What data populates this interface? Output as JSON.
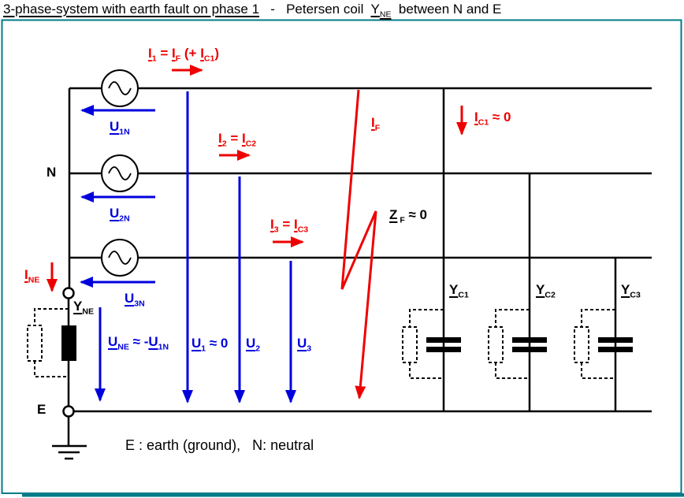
{
  "colors": {
    "accent_border": "#007b87",
    "wire": "#000000",
    "current_red": "#ee0000",
    "voltage_blue": "#0000dd"
  },
  "title": {
    "segments": [
      {
        "t": "3-phase-system with earth fault on phase 1",
        "u": true
      },
      {
        "t": "   -   Petersen coil  "
      },
      {
        "t": "Y",
        "u": true
      },
      {
        "t": "NE",
        "sub": true,
        "u": true
      },
      {
        "t": "  between N and E"
      }
    ]
  },
  "labels": {
    "i1": {
      "segments": [
        {
          "t": "I",
          "u": true
        },
        {
          "t": "1",
          "sub": true
        },
        {
          "t": " = "
        },
        {
          "t": "I",
          "u": true
        },
        {
          "t": "F",
          "sub": true
        },
        {
          "t": " (+ "
        },
        {
          "t": "I",
          "u": true
        },
        {
          "t": "C1",
          "sub": true
        },
        {
          "t": ")"
        }
      ]
    },
    "i2": {
      "segments": [
        {
          "t": "I",
          "u": true
        },
        {
          "t": "2",
          "sub": true
        },
        {
          "t": " = "
        },
        {
          "t": "I",
          "u": true
        },
        {
          "t": "C2",
          "sub": true
        }
      ]
    },
    "i3": {
      "segments": [
        {
          "t": "I",
          "u": true
        },
        {
          "t": "3",
          "sub": true
        },
        {
          "t": " = "
        },
        {
          "t": "I",
          "u": true
        },
        {
          "t": "C3",
          "sub": true
        }
      ]
    },
    "i_f": {
      "segments": [
        {
          "t": "I",
          "u": true
        },
        {
          "t": "F",
          "sub": true
        }
      ]
    },
    "i_c1": {
      "segments": [
        {
          "t": "I",
          "u": true
        },
        {
          "t": "C1",
          "sub": true
        },
        {
          "t": " ≈ 0"
        }
      ]
    },
    "z_f": {
      "segments": [
        {
          "t": "Z",
          "u": true
        },
        {
          "t": " F",
          "sub": true
        },
        {
          "t": " ≈ 0"
        }
      ]
    },
    "i_ne": {
      "segments": [
        {
          "t": "I",
          "u": true
        },
        {
          "t": "NE",
          "sub": true
        }
      ]
    },
    "u_1n": {
      "segments": [
        {
          "t": "U",
          "u": true
        },
        {
          "t": "1N",
          "sub": true
        }
      ]
    },
    "u_2n": {
      "segments": [
        {
          "t": "U",
          "u": true
        },
        {
          "t": "2N",
          "sub": true
        }
      ]
    },
    "u_3n": {
      "segments": [
        {
          "t": "U",
          "u": true
        },
        {
          "t": "3N",
          "sub": true
        }
      ]
    },
    "y_ne": {
      "segments": [
        {
          "t": "Y",
          "u": true
        },
        {
          "t": "NE",
          "sub": true
        }
      ]
    },
    "u_ne": {
      "segments": [
        {
          "t": "U",
          "u": true
        },
        {
          "t": "NE",
          "sub": true
        },
        {
          "t": " ≈ -"
        },
        {
          "t": "U",
          "u": true
        },
        {
          "t": "1N",
          "sub": true
        }
      ]
    },
    "u_1": {
      "segments": [
        {
          "t": "U",
          "u": true
        },
        {
          "t": "1",
          "sub": true
        },
        {
          "t": " ≈ 0"
        }
      ]
    },
    "u_2": {
      "segments": [
        {
          "t": "U",
          "u": true
        },
        {
          "t": "2",
          "sub": true
        }
      ]
    },
    "u_3": {
      "segments": [
        {
          "t": "U",
          "u": true
        },
        {
          "t": "3",
          "sub": true
        }
      ]
    },
    "y_c1": {
      "segments": [
        {
          "t": "Y",
          "u": true
        },
        {
          "t": "C1",
          "sub": true
        }
      ]
    },
    "y_c2": {
      "segments": [
        {
          "t": "Y",
          "u": true
        },
        {
          "t": "C2",
          "sub": true
        }
      ]
    },
    "y_c3": {
      "segments": [
        {
          "t": "Y",
          "u": true
        },
        {
          "t": "C3",
          "sub": true
        }
      ]
    },
    "n_node": "N",
    "e_node": "E",
    "legend": "E : earth (ground),   N: neutral"
  }
}
